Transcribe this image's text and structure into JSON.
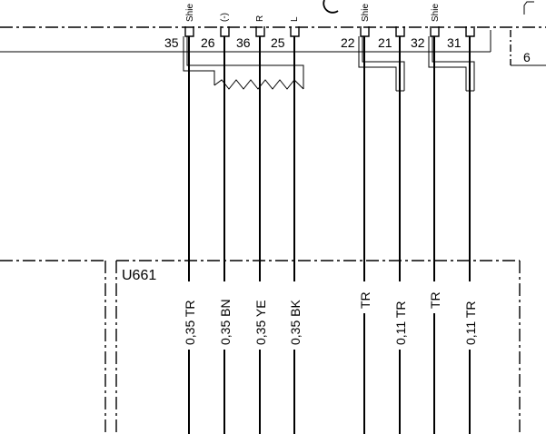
{
  "pins": [
    {
      "id": "p35",
      "number": "35",
      "label": "Shie",
      "wire": "0,35 TR"
    },
    {
      "id": "p26",
      "number": "26",
      "label": "(-)",
      "wire": "0,35 BN"
    },
    {
      "id": "p36",
      "number": "36",
      "label": "R",
      "wire": "0,35 YE"
    },
    {
      "id": "p25",
      "number": "25",
      "label": "L",
      "wire": "0,35 BK"
    },
    {
      "id": "p22",
      "number": "22",
      "label": "Shie",
      "wire": "TR"
    },
    {
      "id": "p21",
      "number": "21",
      "label": "",
      "wire": "0,11 TR"
    },
    {
      "id": "p32",
      "number": "32",
      "label": "Shie",
      "wire": "TR"
    },
    {
      "id": "p31",
      "number": "31",
      "label": "",
      "wire": "0,11 TR"
    }
  ],
  "unit_label": "U661",
  "connector_number": "6"
}
